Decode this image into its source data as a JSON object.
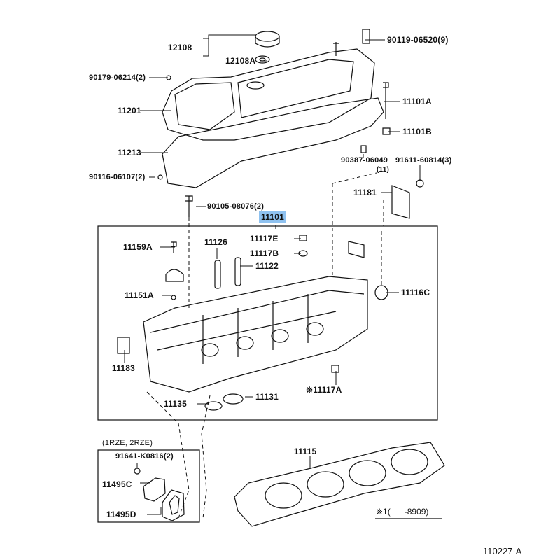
{
  "diagram": {
    "figure_code": "110227-A",
    "selected_part": "11101",
    "highlight_color": "#8fc2f0",
    "labels": {
      "p12108": "12108",
      "p12108A": "12108A",
      "p90119": "90119-06520(9)",
      "p90179": "90179-06214(2)",
      "p11201": "11201",
      "p11101A": "11101A",
      "p11101B": "11101B",
      "p11213": "11213",
      "p90387": "90387-06049",
      "p91611": "91611-60814(3)",
      "p91611_qty": "(11)",
      "p90116": "90116-06107(2)",
      "p11181": "11181",
      "p90105": "90105-08076(2)",
      "p11101": "11101",
      "p11126": "11126",
      "p11117E": "11117E",
      "p11117B": "11117B",
      "p11159A": "11159A",
      "p11122": "11122",
      "p11151A": "11151A",
      "p11116C": "11116C",
      "p11183": "11183",
      "p11117A": "※11117A",
      "p11135": "11135",
      "p11131": "11131",
      "variant_note": "(1RZE, 2RZE)",
      "p91641": "91641-K0816(2)",
      "p11495C": "11495C",
      "p11495D": "11495D",
      "p11115": "11115",
      "footnote": "※1(      -8909)"
    }
  }
}
